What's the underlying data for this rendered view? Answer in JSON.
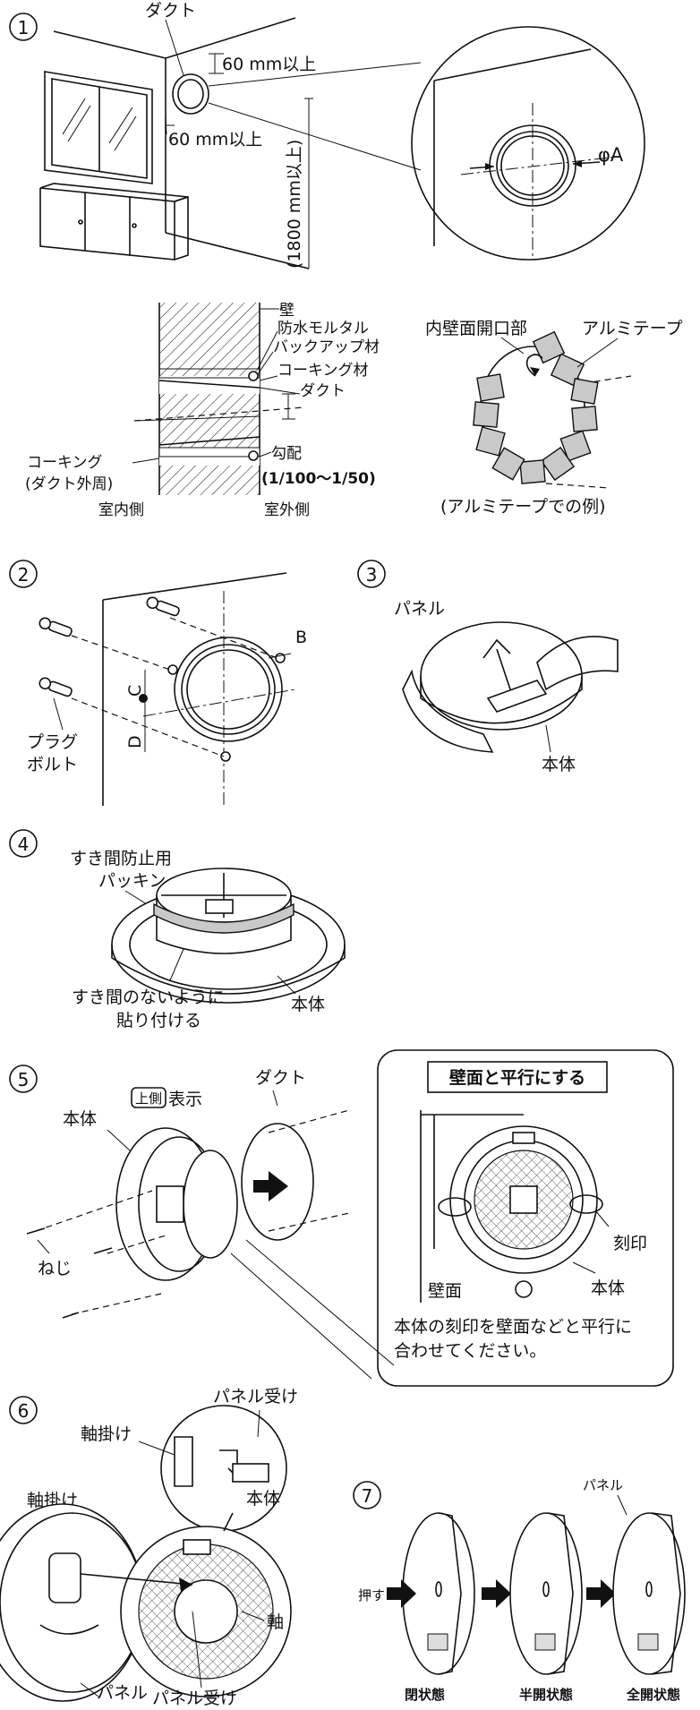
{
  "steps": {
    "s1": {
      "num": "1",
      "duct": "ダクト",
      "dim_top": "60 mm以上",
      "dim_side": "60 mm以上",
      "dim_height": "(1800 mm以上)",
      "phi": "φA"
    },
    "s1_section": {
      "wall": "壁",
      "mortar": "防水モルタル",
      "backup": "バックアップ材",
      "caulk_mat": "コーキング材",
      "duct": "ダクト",
      "caulking": "コーキング",
      "caulking_note": "(ダクト外周)",
      "slope": "勾配",
      "slope_val": "(1/100～1/50)",
      "indoor": "室内側",
      "outdoor": "室外側"
    },
    "s1_tape": {
      "opening": "内壁面開口部",
      "tape": "アルミテープ",
      "caption": "(アルミテープでの例)"
    },
    "s2": {
      "num": "2",
      "B": "B",
      "C": "C",
      "D": "D",
      "plug": "プラグ",
      "bolt": "ボルト"
    },
    "s3": {
      "num": "3",
      "panel": "パネル",
      "body": "本体"
    },
    "s4": {
      "num": "4",
      "packing_1": "すき間防止用",
      "packing_2": "パッキン",
      "note_1": "すき間のないように",
      "note_2": "貼り付ける",
      "body": "本体"
    },
    "s5": {
      "num": "5",
      "duct": "ダクト",
      "body": "本体",
      "top_mark": "上側",
      "top_suffix": "表示",
      "screw": "ねじ",
      "box_title": "壁面と平行にする",
      "mark": "刻印",
      "wall": "壁面",
      "box_body": "本体",
      "box_note_1": "本体の刻印を壁面などと平行に",
      "box_note_2": "合わせてください。"
    },
    "s6": {
      "num": "6",
      "receiver_top": "パネル受け",
      "hook_top": "軸掛け",
      "hook": "軸掛け",
      "body": "本体",
      "shaft": "軸",
      "panel": "パネル",
      "receiver": "パネル受け"
    },
    "s7": {
      "num": "7",
      "panel": "パネル",
      "push": "押す",
      "closed": "閉状態",
      "half": "半開状態",
      "full": "全開状態"
    }
  },
  "colors": {
    "line": "#111111",
    "tape": "#c9c9c9",
    "hatch": "#111111"
  }
}
